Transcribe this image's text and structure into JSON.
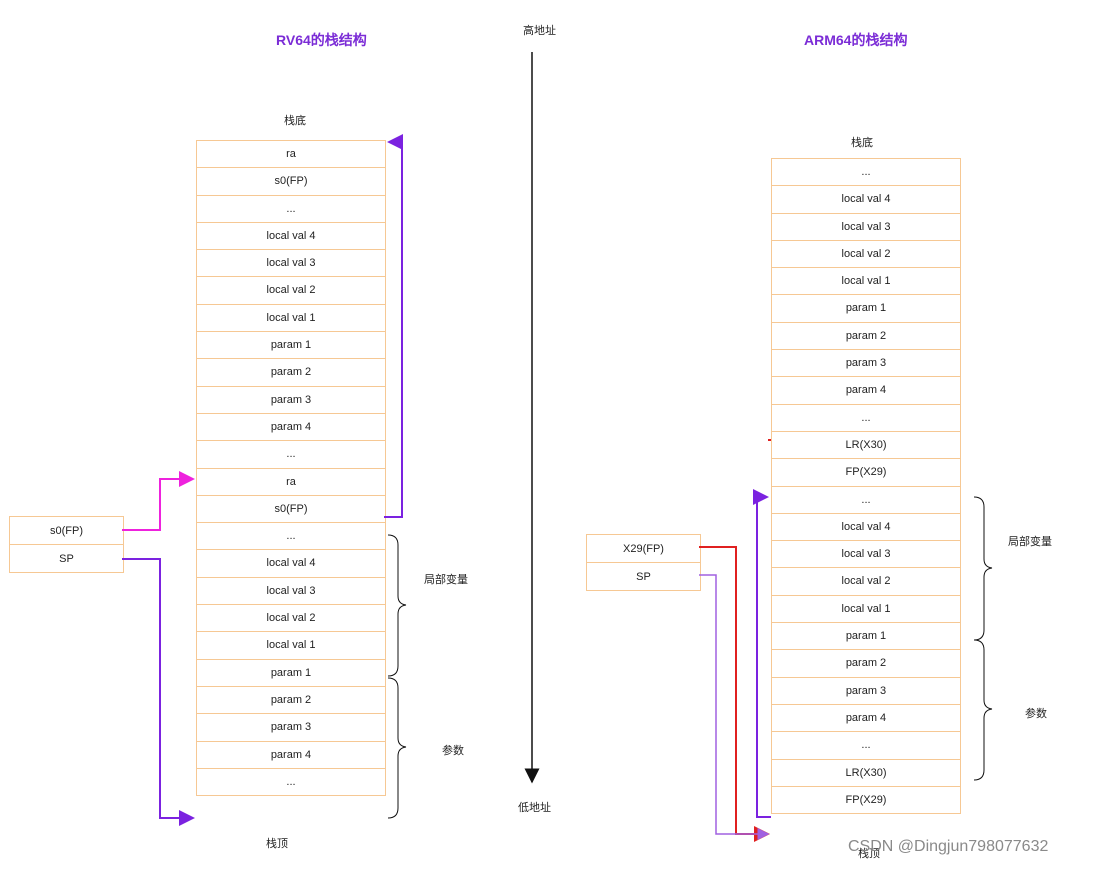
{
  "rv64": {
    "title": "RV64的栈结构",
    "stack_bottom": "栈底",
    "stack_top": "栈顶",
    "cells": [
      "ra",
      "s0(FP)",
      "...",
      "local val 4",
      "local val 3",
      "local val 2",
      "local val 1",
      "param 1",
      "param 2",
      "param 3",
      "param 4",
      "...",
      "ra",
      "s0(FP)",
      "...",
      "local val 4",
      "local val 3",
      "local val 2",
      "local val 1",
      "param 1",
      "param 2",
      "param 3",
      "param 4",
      "..."
    ],
    "registers": [
      "s0(FP)",
      "SP"
    ],
    "brace_locals": "局部变量",
    "brace_params": "参数"
  },
  "middle": {
    "high_addr": "高地址",
    "low_addr": "低地址"
  },
  "arm64": {
    "title": "ARM64的栈结构",
    "stack_bottom": "栈底",
    "stack_top": "栈顶",
    "cells": [
      "...",
      "local val 4",
      "local val 3",
      "local val 2",
      "local val 1",
      "param 1",
      "param 2",
      "param 3",
      "param 4",
      "...",
      "LR(X30)",
      "FP(X29)",
      "...",
      "local val 4",
      "local val 3",
      "local val 2",
      "local val 1",
      "param 1",
      "param 2",
      "param 3",
      "param 4",
      "...",
      "LR(X30)",
      "FP(X29)"
    ],
    "registers": [
      "X29(FP)",
      "SP"
    ],
    "brace_locals": "局部变量",
    "brace_params": "参数"
  },
  "watermark": "CSDN @Dingjun798077632",
  "colors": {
    "cell_border": "#f6c894",
    "title": "#7b2cd6",
    "arrow_purple": "#7b22e0",
    "arrow_magenta": "#ee22dd",
    "arrow_red": "#e02020",
    "arrow_lavender": "#a060e0"
  }
}
